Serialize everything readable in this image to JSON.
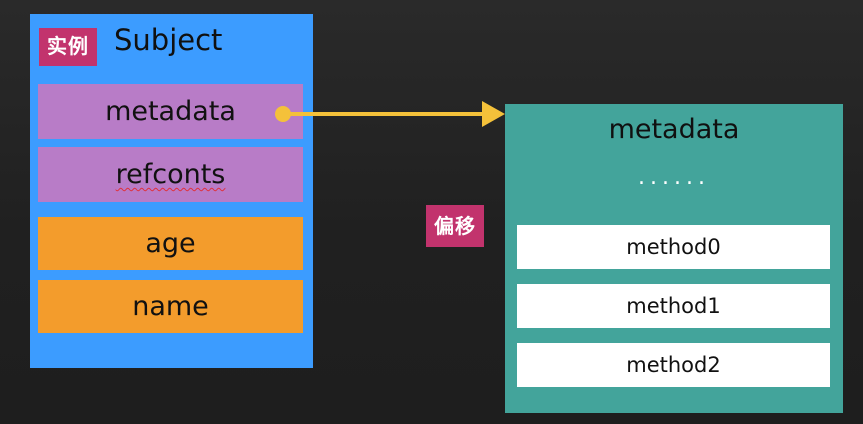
{
  "subject": {
    "badge": "实例",
    "title": "Subject",
    "fields": [
      {
        "label": "metadata"
      },
      {
        "label": "refconts"
      },
      {
        "label": "age"
      },
      {
        "label": "name"
      }
    ]
  },
  "metadata_box": {
    "title": "metadata",
    "ellipsis": "......",
    "methods": [
      "method0",
      "method1",
      "method2"
    ]
  },
  "offset_badge": "偏移",
  "colors": {
    "subject_bg": "#3c9cff",
    "field_purple": "#b87cc7",
    "field_orange": "#f39c2c",
    "metadata_bg": "#43a49b",
    "badge": "#c2336d",
    "arrow": "#f4c13a"
  }
}
